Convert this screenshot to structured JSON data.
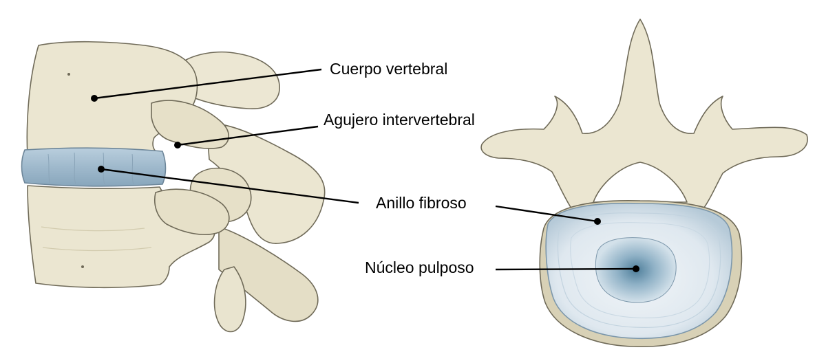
{
  "labels": {
    "cuerpo": "Cuerpo vertebral",
    "agujero": "Agujero intervertebral",
    "anillo": "Anillo fibroso",
    "nucleo": "Núcleo pulposo"
  },
  "colors": {
    "bone": "#e9e4cf",
    "bone_shadow": "#d2cbae",
    "bone_outline": "#6f6a58",
    "disc": "#a9c1d3",
    "disc_light": "#dce7ef",
    "nucleus": "#5e8ba5",
    "leader": "#000000"
  }
}
